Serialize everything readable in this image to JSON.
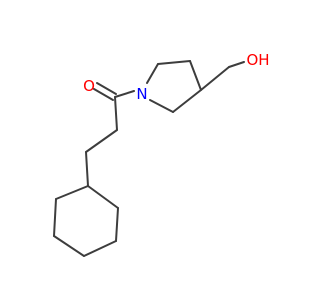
{
  "molecule": {
    "atoms": [
      {
        "id": "O1",
        "label": "O",
        "color": "#ff0000"
      },
      {
        "id": "N1",
        "label": "N",
        "color": "#0000ff"
      },
      {
        "id": "O2",
        "label": "OH",
        "color": "#ff0000"
      }
    ],
    "bond_color": "#3d3d3d"
  }
}
